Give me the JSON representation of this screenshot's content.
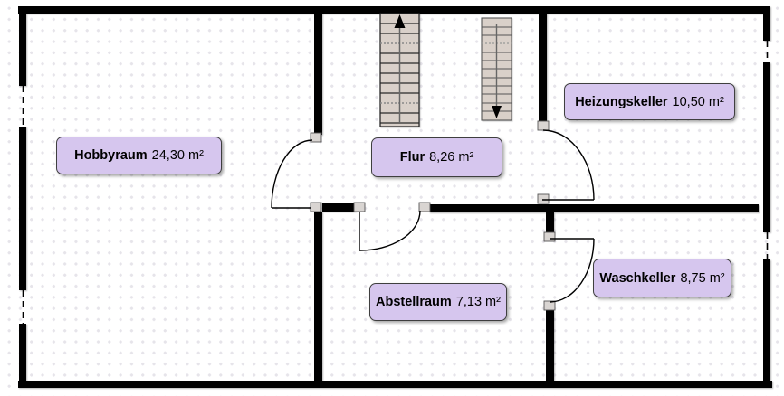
{
  "floor_plan": {
    "rooms": [
      {
        "name": "Hobbyraum",
        "area": "24,30 m²"
      },
      {
        "name": "Flur",
        "area": "8,26 m²"
      },
      {
        "name": "Heizungskeller",
        "area": "10,50 m²"
      },
      {
        "name": "Abstellraum",
        "area": "7,13 m²"
      },
      {
        "name": "Waschkeller",
        "area": "8,75 m²"
      }
    ],
    "stairs": [
      {
        "id": "stair-left",
        "direction": "up"
      },
      {
        "id": "stair-right",
        "direction": "down"
      }
    ],
    "doors": 4,
    "windows": 4,
    "colors": {
      "wall": "#000000",
      "label_fill": "#d6c6ee",
      "label_border": "#3f3f3f",
      "stair_fill": "#d9d0c9",
      "door_jamb_fill": "#d9d5d2",
      "background": "#ffffff",
      "background_dot": "#e6e4ea"
    }
  }
}
